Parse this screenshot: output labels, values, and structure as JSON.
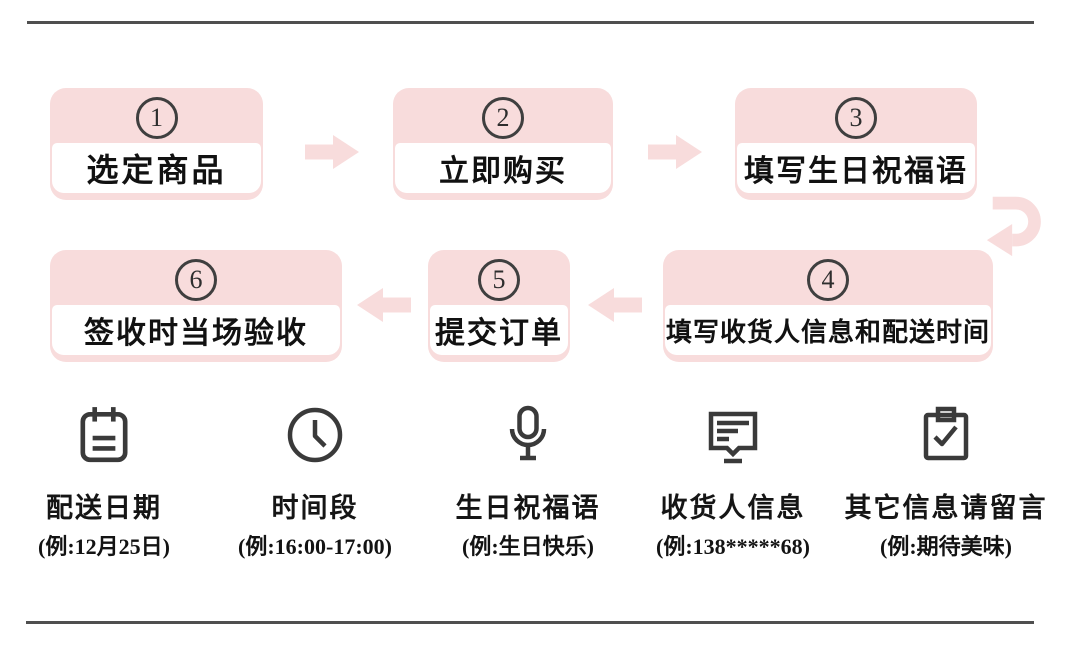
{
  "flow": {
    "steps": [
      {
        "num": "1",
        "label": "选定商品"
      },
      {
        "num": "2",
        "label": "立即购买"
      },
      {
        "num": "3",
        "label": "填写生日祝福语"
      },
      {
        "num": "4",
        "label": "填写收货人信息和配送时间"
      },
      {
        "num": "5",
        "label": "提交订单"
      },
      {
        "num": "6",
        "label": "签收时当场验收"
      }
    ]
  },
  "legend": {
    "items": [
      {
        "icon": "calendar-icon",
        "title": "配送日期",
        "example": "(例:12月25日)"
      },
      {
        "icon": "clock-icon",
        "title": "时间段",
        "example": "(例:16:00-17:00)"
      },
      {
        "icon": "microphone-icon",
        "title": "生日祝福语",
        "example": "(例:生日快乐)"
      },
      {
        "icon": "message-icon",
        "title": "收货人信息",
        "example": "(例:138*****68)"
      },
      {
        "icon": "clipboard-check-icon",
        "title": "其它信息请留言",
        "example": "(例:期待美味)"
      }
    ]
  },
  "colors": {
    "pink": "#f8dcdc",
    "ink": "#3a3a3a",
    "text": "#151515",
    "rule": "#4f4f4f"
  }
}
